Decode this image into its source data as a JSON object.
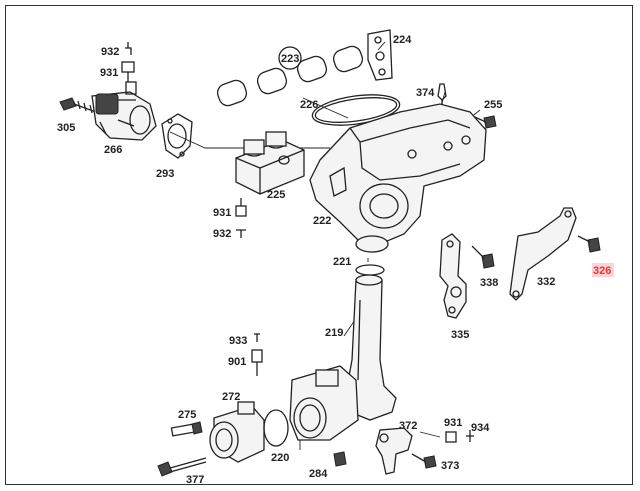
{
  "diagram": {
    "highlight_color": "#e53935",
    "highlighted_label": "326",
    "labels": [
      {
        "id": "l932a",
        "text": "932"
      },
      {
        "id": "l931a",
        "text": "931"
      },
      {
        "id": "l305",
        "text": "305"
      },
      {
        "id": "l266",
        "text": "266"
      },
      {
        "id": "l293",
        "text": "293"
      },
      {
        "id": "l223",
        "text": "223"
      },
      {
        "id": "l224",
        "text": "224"
      },
      {
        "id": "l226",
        "text": "226"
      },
      {
        "id": "l374",
        "text": "374"
      },
      {
        "id": "l255",
        "text": "255"
      },
      {
        "id": "l225",
        "text": "225"
      },
      {
        "id": "l931b",
        "text": "931"
      },
      {
        "id": "l932b",
        "text": "932"
      },
      {
        "id": "l222",
        "text": "222"
      },
      {
        "id": "l221",
        "text": "221"
      },
      {
        "id": "l338",
        "text": "338"
      },
      {
        "id": "l332",
        "text": "332"
      },
      {
        "id": "l326",
        "text": "326"
      },
      {
        "id": "l335",
        "text": "335"
      },
      {
        "id": "l219",
        "text": "219"
      },
      {
        "id": "l933",
        "text": "933"
      },
      {
        "id": "l901",
        "text": "901"
      },
      {
        "id": "l272",
        "text": "272"
      },
      {
        "id": "l275",
        "text": "275"
      },
      {
        "id": "l220",
        "text": "220"
      },
      {
        "id": "l284",
        "text": "284"
      },
      {
        "id": "l377",
        "text": "377"
      },
      {
        "id": "l372",
        "text": "372"
      },
      {
        "id": "l931c",
        "text": "931"
      },
      {
        "id": "l934",
        "text": "934"
      },
      {
        "id": "l373",
        "text": "373"
      }
    ]
  }
}
